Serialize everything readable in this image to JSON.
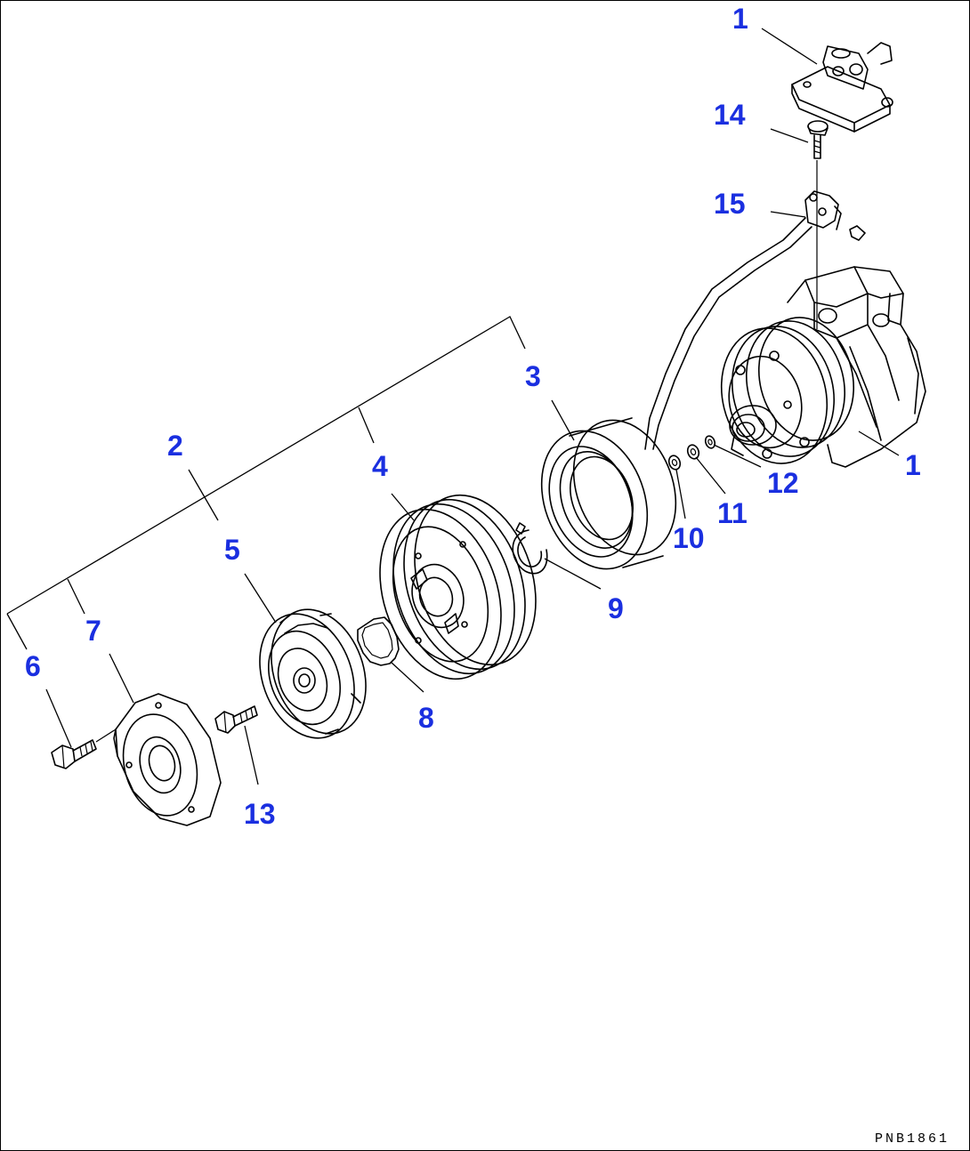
{
  "diagram": {
    "drawing_number": "PNB1861",
    "accent_color": "#1a2fe0",
    "callouts": [
      "1",
      "14",
      "15",
      "3",
      "1",
      "12",
      "11",
      "10",
      "9",
      "2",
      "4",
      "5",
      "8",
      "7",
      "6",
      "13"
    ]
  }
}
